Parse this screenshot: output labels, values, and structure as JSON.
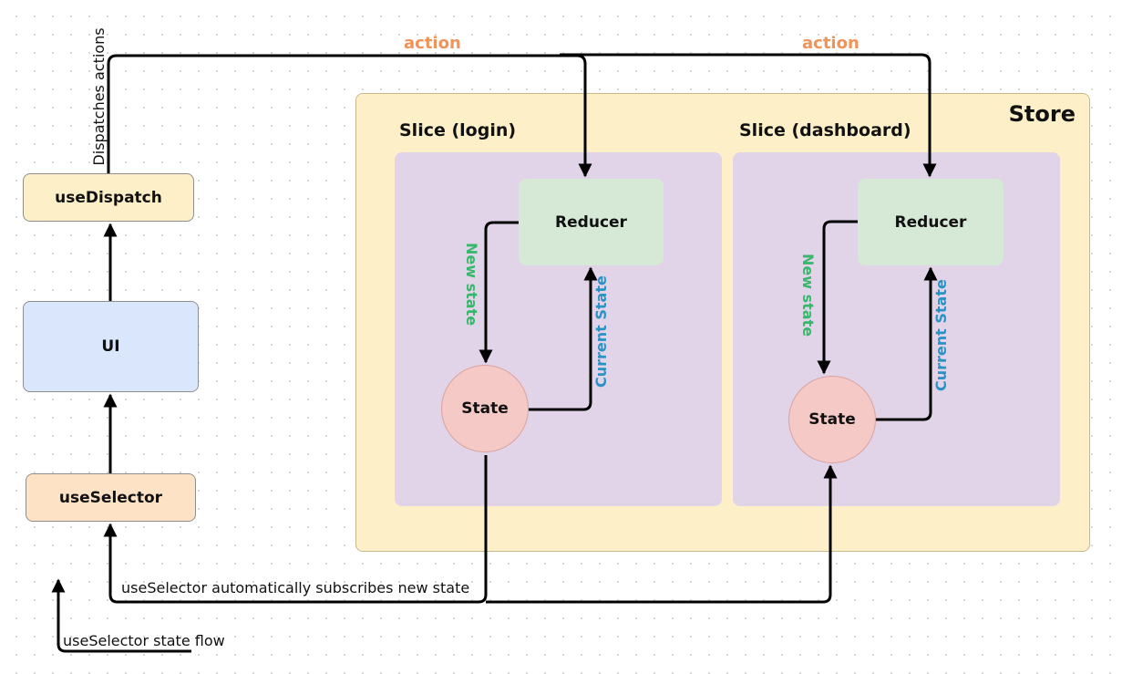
{
  "store": {
    "title": "Store"
  },
  "slices": [
    {
      "title": "Slice (login)",
      "reducer": "Reducer",
      "state": "State",
      "new_state": "New state",
      "current_state": "Current State"
    },
    {
      "title": "Slice (dashboard)",
      "reducer": "Reducer",
      "state": "State",
      "new_state": "New state",
      "current_state": "Current State"
    }
  ],
  "hooks": {
    "use_dispatch": "useDispatch",
    "ui": "UI",
    "use_selector": "useSelector"
  },
  "labels": {
    "action_1": "action",
    "action_2": "action",
    "dispatches_actions": "Dispatches actions",
    "subscribes": "useSelector automatically subscribes new state",
    "legend": "useSelector state flow"
  },
  "colors": {
    "store_bg": "#fdf0c8",
    "slice_bg": "#e2d4e8",
    "reducer_bg": "#d6e8d6",
    "state_bg": "#f5c9c6",
    "ui_bg": "#dae6fb",
    "use_selector_bg": "#fde2c6",
    "action_text": "#f0935a",
    "new_state_text": "#35b86a",
    "current_state_text": "#2a93c6"
  }
}
